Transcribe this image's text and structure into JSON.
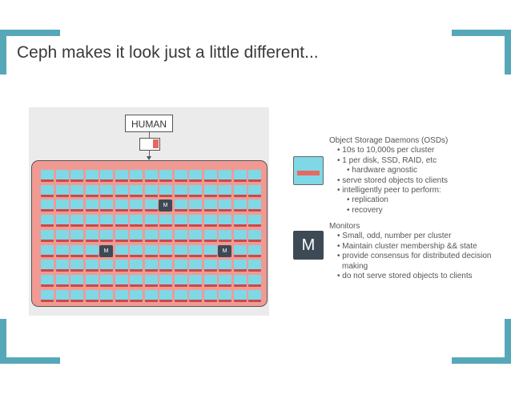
{
  "slide": {
    "title": "Ceph makes it look just a little different..."
  },
  "diagram": {
    "human_label": "HUMAN",
    "rows": 9,
    "columns": 15,
    "monitors": [
      {
        "row": 2,
        "col": 8,
        "label": "M"
      },
      {
        "row": 5,
        "col": 4,
        "label": "M"
      },
      {
        "row": 5,
        "col": 12,
        "label": "M"
      }
    ],
    "colors": {
      "osd_body": "#7fd8e6",
      "osd_stripe": "#c94a4a",
      "cluster_bg": "#f19a93",
      "monitor": "#3d4a55",
      "accent": "#56a8b8"
    }
  },
  "legend": {
    "monitor_icon_label": "M",
    "osd": {
      "heading": "Object Storage Daemons (OSDs)",
      "bullets": [
        "10s to 10,000s per cluster",
        "1 per disk, SSD, RAID, etc",
        "hardware agnostic",
        "serve stored objects to clients",
        "intelligently peer to perform:",
        "replication",
        "recovery"
      ]
    },
    "monitors": {
      "heading": "Monitors",
      "bullets": [
        "Small, odd, number per cluster",
        "Maintain cluster membership && state",
        "provide consensus for distributed decision",
        "making",
        "do not serve stored objects to clients"
      ]
    }
  }
}
